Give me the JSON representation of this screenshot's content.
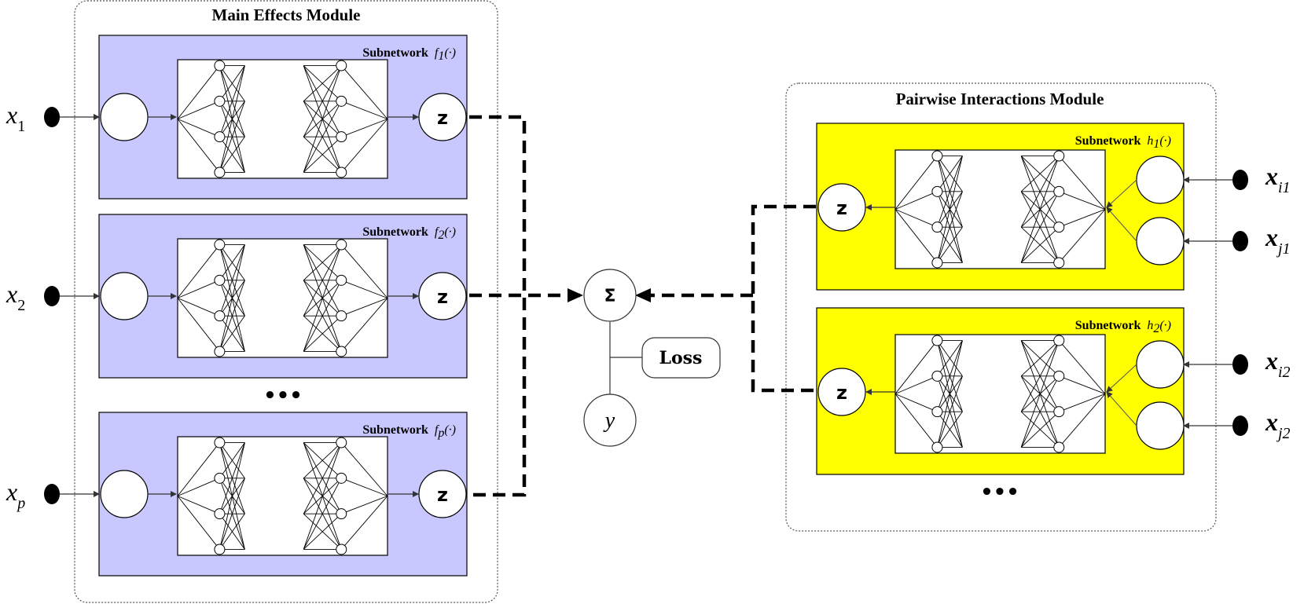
{
  "main_module": {
    "title": "Main Effects Module",
    "subnet_label": "Subnetwork",
    "subnetworks": [
      {
        "fn": "f",
        "fn_sub": "1",
        "fn_arg": "(·)",
        "input_var": "x",
        "input_sub": "1",
        "output": "z"
      },
      {
        "fn": "f",
        "fn_sub": "2",
        "fn_arg": "(·)",
        "input_var": "x",
        "input_sub": "2",
        "output": "z"
      },
      {
        "fn": "f",
        "fn_sub": "p",
        "fn_arg": "(·)",
        "input_var": "x",
        "input_sub": "p",
        "output": "z"
      }
    ],
    "ellipsis": "•••"
  },
  "pairwise_module": {
    "title": "Pairwise Interactions Module",
    "subnet_label": "Subnetwork",
    "subnetworks": [
      {
        "fn": "h",
        "fn_sub": "1",
        "fn_arg": "(·)",
        "inputs": [
          {
            "var": "x",
            "sub": "i1"
          },
          {
            "var": "x",
            "sub": "j1"
          }
        ],
        "output": "z"
      },
      {
        "fn": "h",
        "fn_sub": "2",
        "fn_arg": "(·)",
        "inputs": [
          {
            "var": "x",
            "sub": "i2"
          },
          {
            "var": "x",
            "sub": "j2"
          }
        ],
        "output": "z"
      }
    ],
    "ellipsis": "•••"
  },
  "aggregator": {
    "sum_symbol": "Σ",
    "loss_label": "Loss",
    "target": "y"
  },
  "colors": {
    "main_subnet_fill": "#c8c8ff",
    "pair_subnet_fill": "#ffff00",
    "module_border": "#555555",
    "line": "#000000"
  }
}
